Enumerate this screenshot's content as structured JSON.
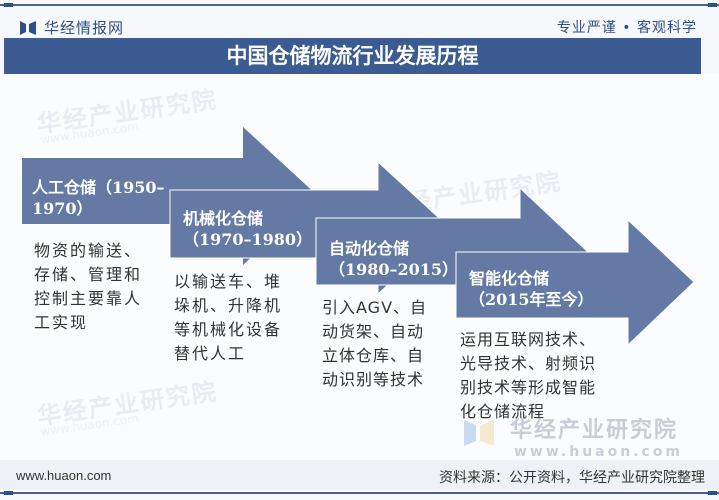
{
  "header": {
    "brand": "华经情报网",
    "slogan": "专业严谨 • 客观科学",
    "title": "中国仓储物流行业发展历程"
  },
  "colors": {
    "title_bar": "#3c5b93",
    "arrow_fill": "#6479a3",
    "brand_blue": "#2f4f8a"
  },
  "stages": [
    {
      "title_line1": "人工仓储（1950–",
      "title_line2": "1970）",
      "desc": [
        "物资的输送、",
        "存储、管理和",
        "控制主要靠人",
        "工实现"
      ]
    },
    {
      "title_line1": "机械化仓储",
      "title_line2": "（1970–1980）",
      "desc": [
        "以输送车、堆",
        "垛机、升降机",
        "等机械化设备",
        "替代人工"
      ]
    },
    {
      "title_line1": "自动化仓储",
      "title_line2": "（1980–2015）",
      "desc": [
        "引入AGV、自",
        "动货架、自动",
        "立体仓库、自",
        "动识别等技术"
      ]
    },
    {
      "title_line1": "智能化仓储",
      "title_line2": "（2015年至今）",
      "desc": [
        "运用互联网技术、",
        "光导技术、射频识",
        "别技术等形成智能",
        "化仓储流程"
      ]
    }
  ],
  "watermark": {
    "cn": "华经产业研究院",
    "en": "www.huaon.com"
  },
  "footer": {
    "url": "www.huaon.com",
    "source": "资料来源：公开资料，华经产业研究院整理"
  }
}
